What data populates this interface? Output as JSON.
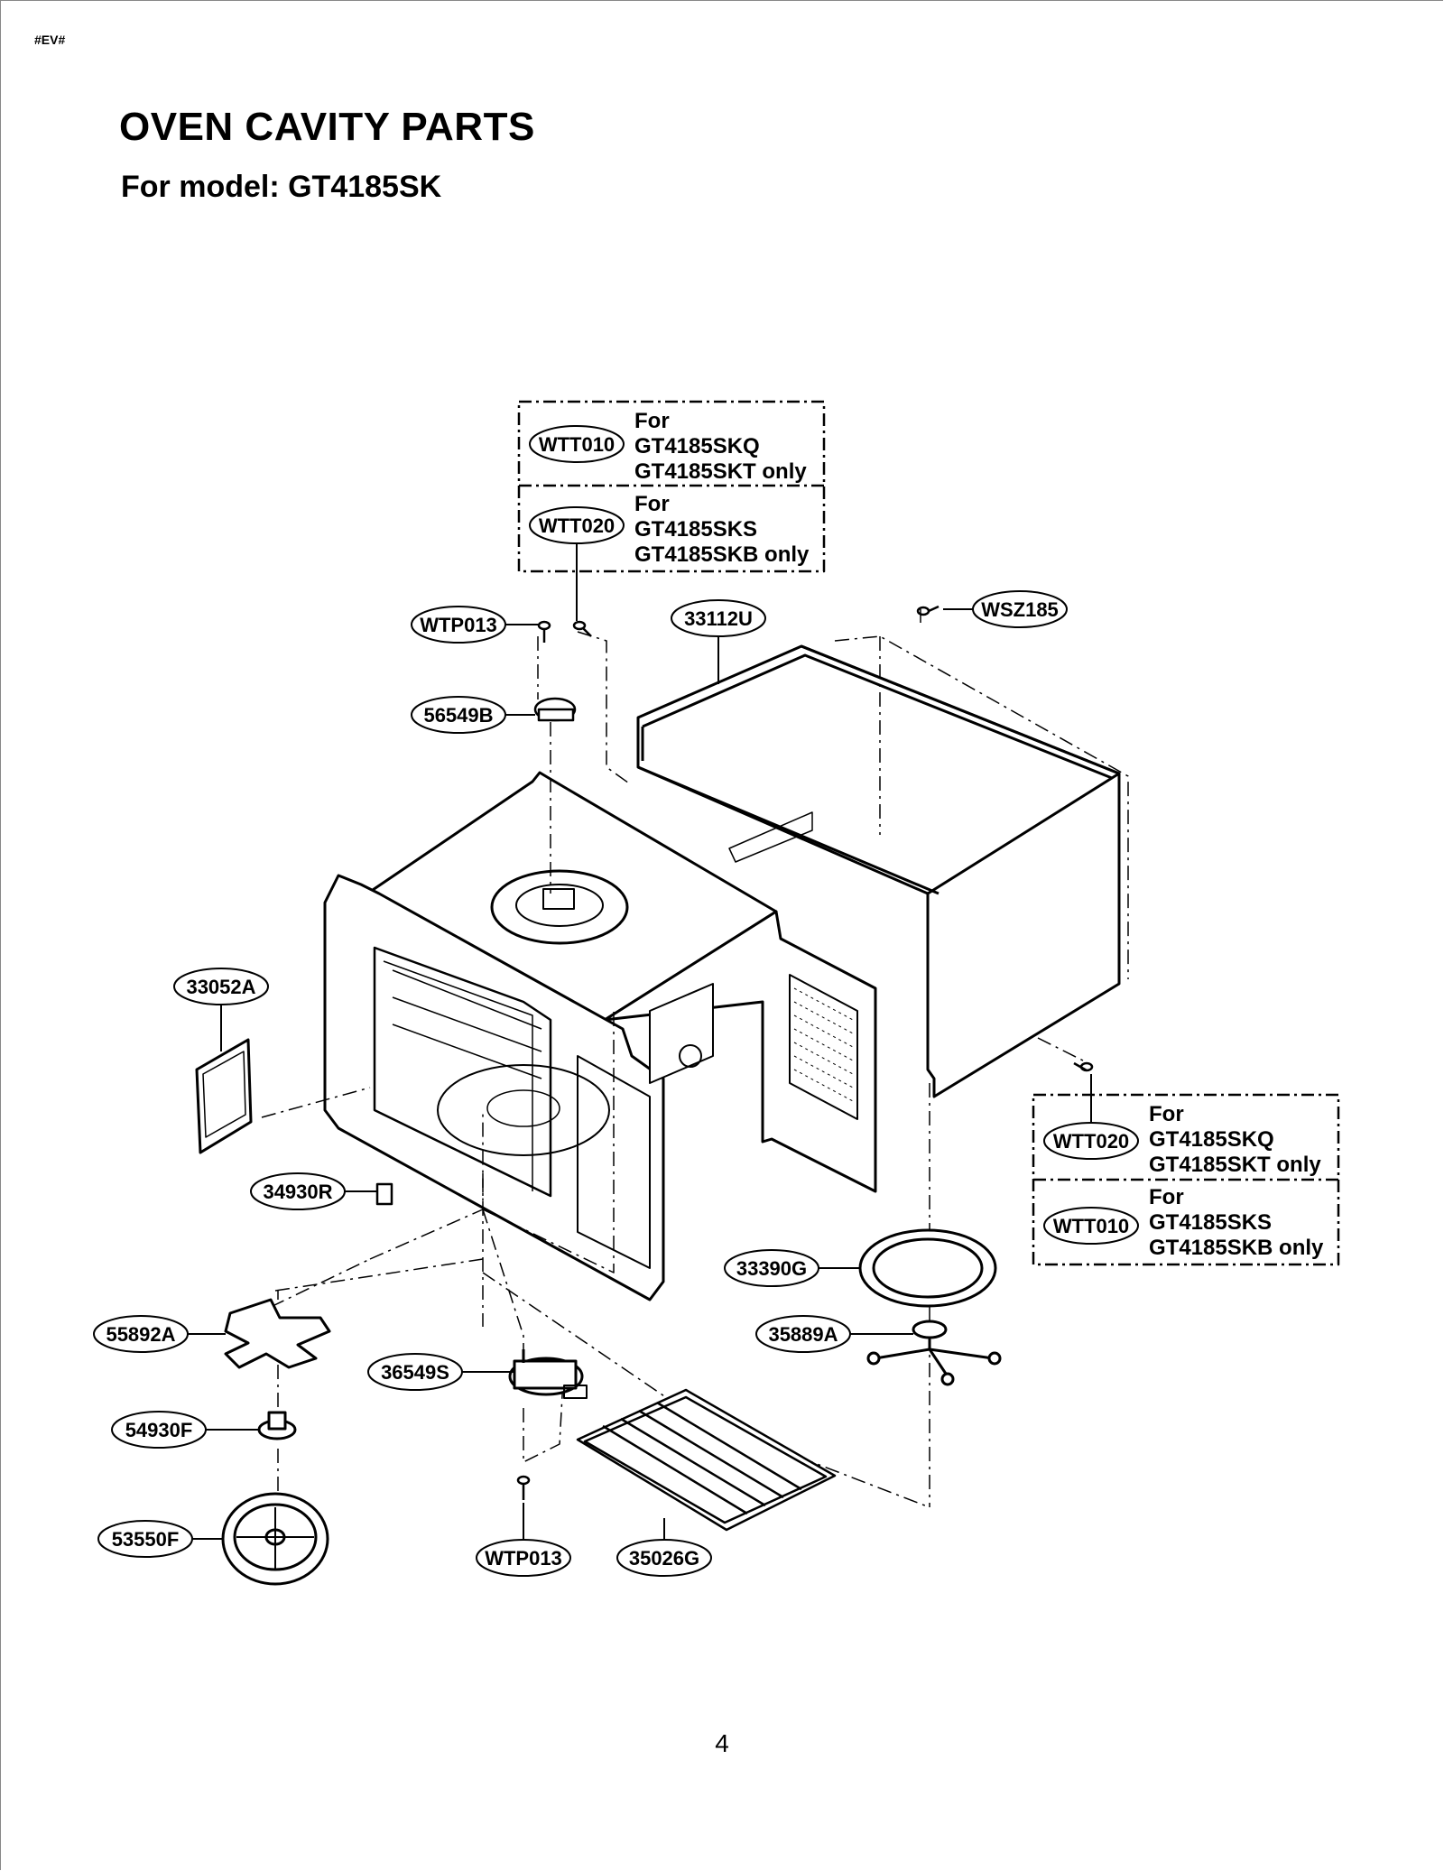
{
  "header": {
    "mark": "#EV#",
    "title": "OVEN CAVITY PARTS",
    "subtitle": "For model: GT4185SK"
  },
  "notes": {
    "top": {
      "row1": {
        "part": "WTT010",
        "lines": [
          "For",
          "GT4185SKQ",
          "GT4185SKT only"
        ]
      },
      "row2": {
        "part": "WTT020",
        "lines": [
          "For",
          "GT4185SKS",
          "GT4185SKB only"
        ]
      }
    },
    "right": {
      "row1": {
        "part": "WTT020",
        "lines": [
          "For",
          "GT4185SKQ",
          "GT4185SKT only"
        ]
      },
      "row2": {
        "part": "WTT010",
        "lines": [
          "For",
          "GT4185SKS",
          "GT4185SKB only"
        ]
      }
    }
  },
  "callouts": {
    "wtp013_top": "WTP013",
    "p33112u": "33112U",
    "wsz185": "WSZ185",
    "p56549b": "56549B",
    "p33052a": "33052A",
    "p34930r": "34930R",
    "p33390g": "33390G",
    "p35889a": "35889A",
    "p55892a": "55892A",
    "p36549s": "36549S",
    "p54930f": "54930F",
    "p53550f": "53550F",
    "wtp013_bottom": "WTP013",
    "p35026g": "35026G"
  },
  "footer": {
    "page_number": "4"
  }
}
